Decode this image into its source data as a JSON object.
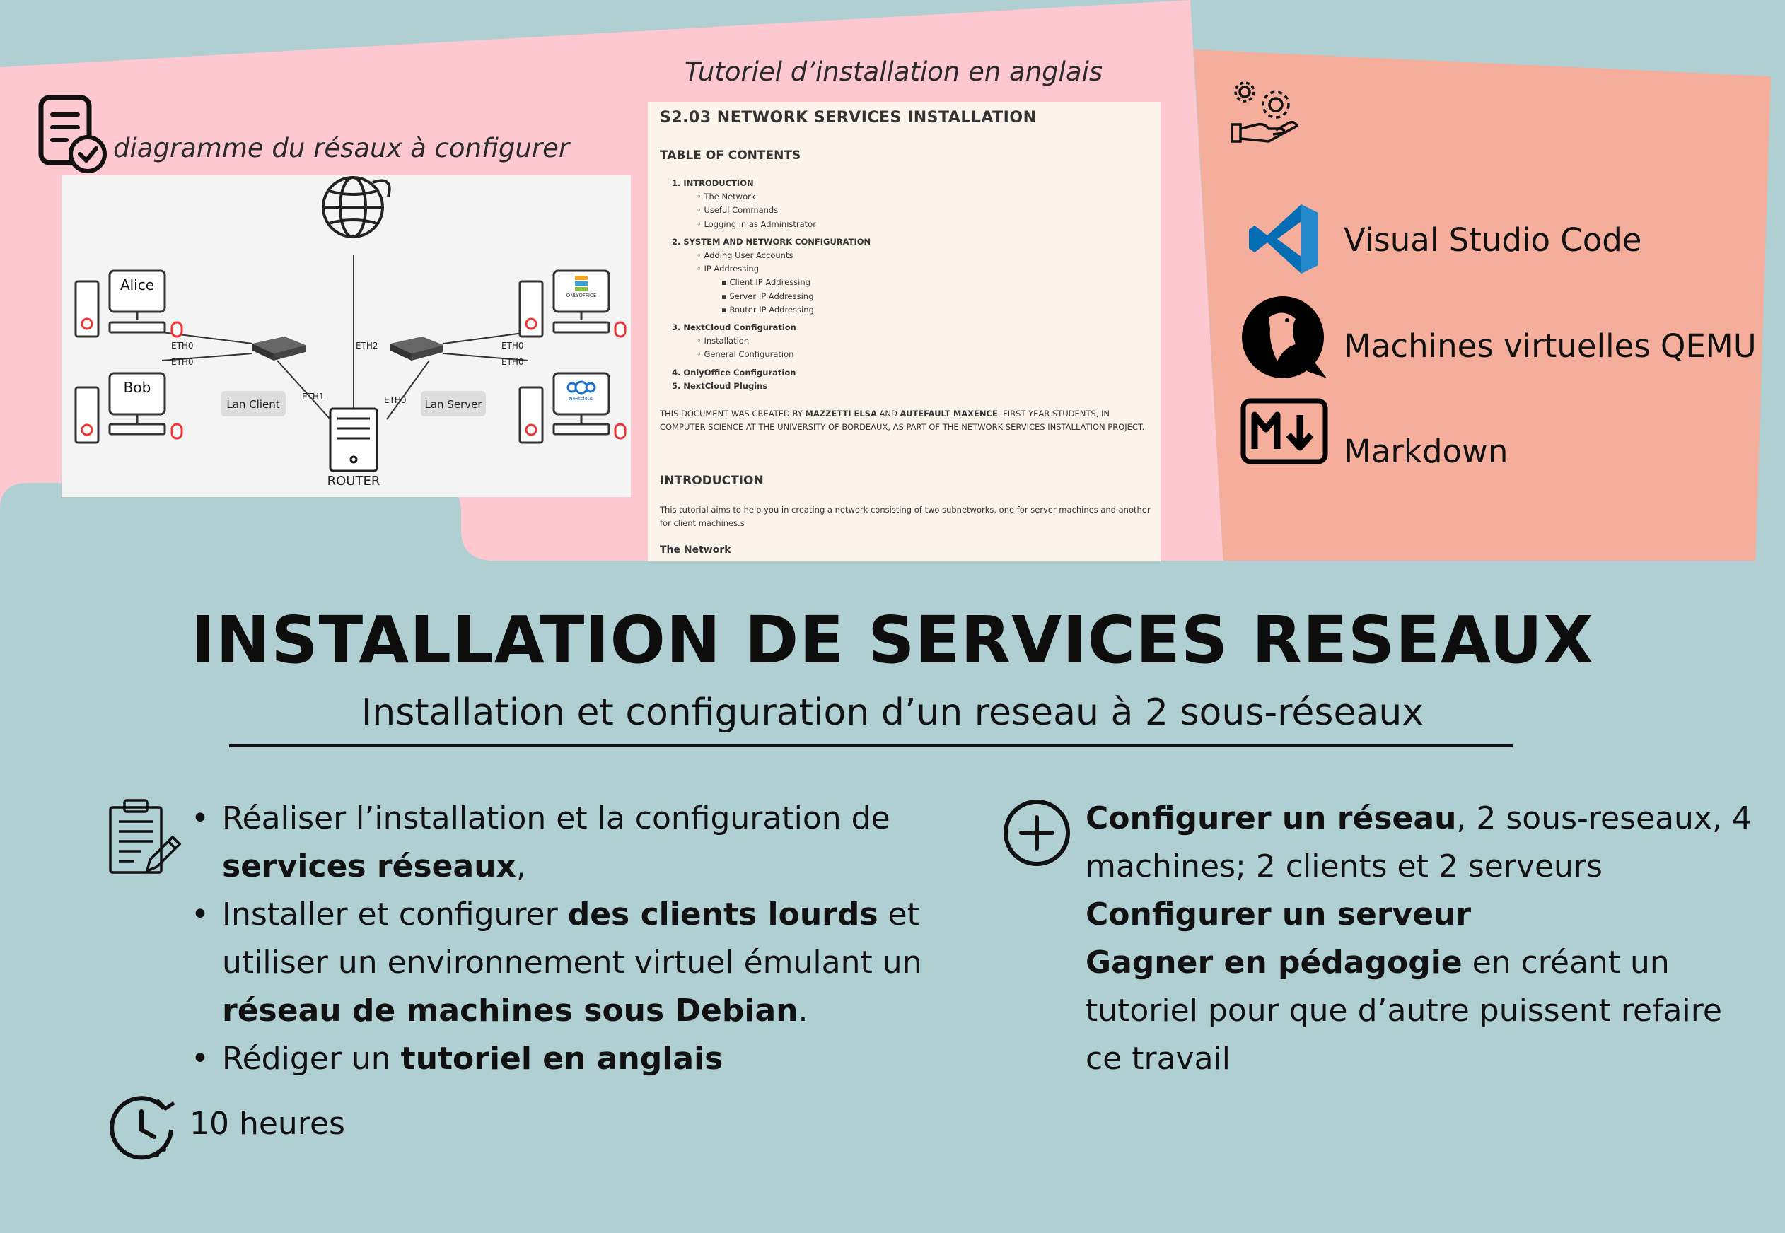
{
  "colors": {
    "pink": "#fec8d1",
    "salmon": "#f5ae9c",
    "teal": "#b0cfd3",
    "doc_bg": "#fcf3ea"
  },
  "captions": {
    "diagram": "diagramme du résaux à configurer",
    "tutorial": "Tutoriel d’installation en anglais"
  },
  "diagram": {
    "alice": "Alice",
    "bob": "Bob",
    "eth0_a": "ETH0",
    "eth0_b": "ETH0",
    "eth0_c": "ETH0",
    "eth0_d": "ETH0",
    "eth0_e": "ETH0",
    "eth1": "ETH1",
    "eth2": "ETH2",
    "lan_client": "Lan Client",
    "lan_server": "Lan Server",
    "router": "ROUTER",
    "onlyoffice": "ONLYOFFICE",
    "nextcloud": "Nextcloud"
  },
  "tutorial": {
    "title": "S2.03 NETWORK SERVICES INSTALLATION",
    "toc_title": "TABLE OF CONTENTS",
    "toc": [
      {
        "level": 1,
        "text": "1. INTRODUCTION"
      },
      {
        "level": 2,
        "text": "◦ The Network"
      },
      {
        "level": 2,
        "text": "◦ Useful Commands"
      },
      {
        "level": 2,
        "text": "◦ Logging in as Administrator"
      },
      {
        "level": 0,
        "text": ""
      },
      {
        "level": 1,
        "text": "2. SYSTEM AND NETWORK CONFIGURATION"
      },
      {
        "level": 2,
        "text": "◦ Adding User Accounts"
      },
      {
        "level": 2,
        "text": "◦ IP Addressing"
      },
      {
        "level": 3,
        "text": "▪ Client IP Addressing"
      },
      {
        "level": 3,
        "text": "▪ Server IP Addressing"
      },
      {
        "level": 3,
        "text": "▪ Router IP Addressing"
      },
      {
        "level": 0,
        "text": ""
      },
      {
        "level": 1,
        "text": "3. NextCloud Configuration"
      },
      {
        "level": 2,
        "text": "◦ Installation"
      },
      {
        "level": 2,
        "text": "◦ General Configuration"
      },
      {
        "level": 0,
        "text": ""
      },
      {
        "level": 1,
        "text": "4. OnlyOffice Configuration"
      },
      {
        "level": 1,
        "text": "5. NextCloud Plugins"
      }
    ],
    "credit_1": "THIS DOCUMENT WAS CREATED BY ",
    "credit_name1": "MAZZETTI ELSA",
    "credit_and": " AND ",
    "credit_name2": "AUTEFAULT MAXENCE",
    "credit_2": ", FIRST YEAR STUDENTS, IN COMPUTER SCIENCE AT THE UNIVERSITY OF BORDEAUX, AS PART OF THE NETWORK SERVICES INSTALLATION PROJECT.",
    "intro_title": "INTRODUCTION",
    "intro_text": "This tutorial aims to help you in creating a network consisting of two subnetworks, one for server machines and another for client machines.s",
    "network_title": "The Network"
  },
  "tools": [
    {
      "name": "Visual Studio Code",
      "icon": "vscode-icon"
    },
    {
      "name": "Machines virtuelles QEMU",
      "icon": "qemu-icon"
    },
    {
      "name": "Markdown",
      "icon": "markdown-icon"
    }
  ],
  "title": "INSTALLATION DE SERVICES RESEAUX",
  "subtitle": "Installation et configuration d’un reseau à 2 sous-réseaux",
  "objectives": {
    "b1_pre": "Réaliser l’installation et la configuration de ",
    "b1_bold": "services réseaux",
    "b1_post": ",",
    "b2_pre": "Installer et configurer ",
    "b2_bold1": "des clients lourds",
    "b2_mid": " et utiliser un environnement virtuel émulant un ",
    "b2_bold2": "réseau de machines sous Debian",
    "b2_post": ".",
    "b3_pre": "Rédiger un ",
    "b3_bold": "tutoriel en anglais"
  },
  "skills": {
    "l1_bold": "Configurer un réseau",
    "l1_rest": ", 2 sous-reseaux, 4 machines; 2 clients et 2 serveurs",
    "l2_bold": "Configurer un serveur",
    "l3_bold": "Gagner en pédagogie",
    "l3_rest": " en créant un tutoriel pour que d’autre puissent refaire ce travail"
  },
  "duration": "10 heures"
}
